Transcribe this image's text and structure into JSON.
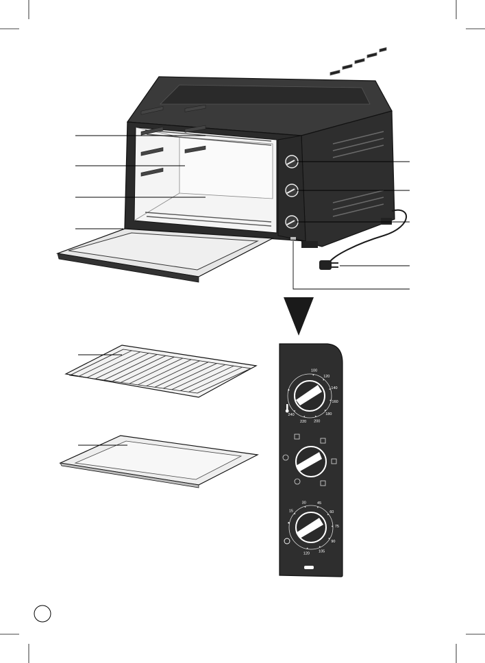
{
  "panel": {
    "temperature_dial": {
      "scale": [
        "100",
        "120",
        "140",
        "160",
        "180",
        "200",
        "220",
        "240"
      ],
      "off_mark": "•"
    },
    "timer_dial": {
      "scale": [
        "15",
        "30",
        "45",
        "60",
        "75",
        "90",
        "105",
        "120"
      ],
      "off_mark": "•"
    }
  },
  "colors": {
    "body": "#2b2b2b",
    "body_edge": "#111111",
    "line": "#1a1a1a",
    "panel": "#2e2e2e",
    "tray": "#e9e9e9"
  }
}
